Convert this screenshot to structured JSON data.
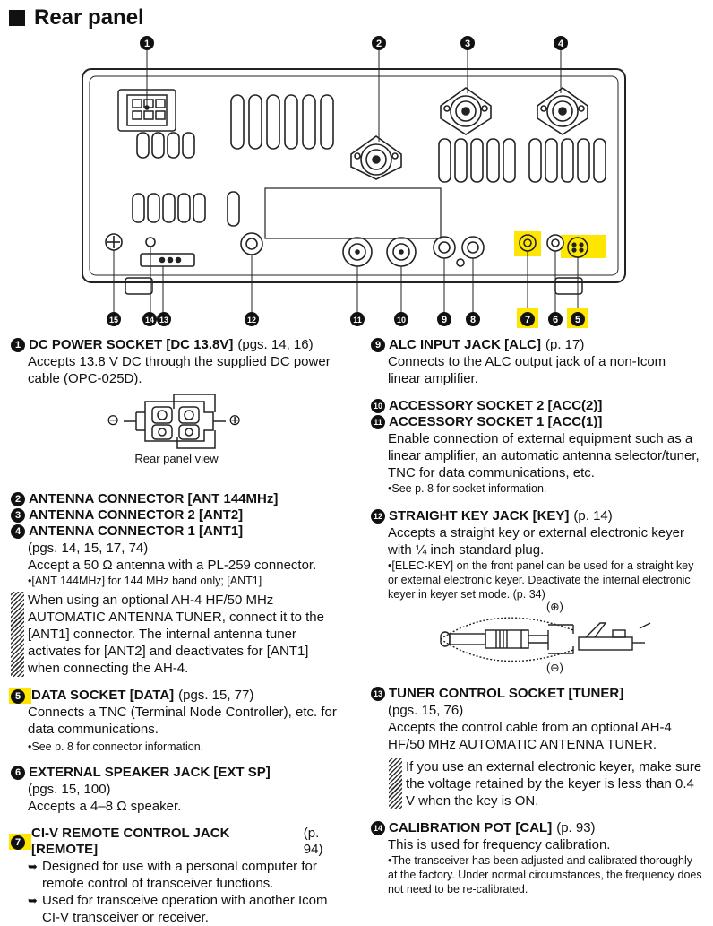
{
  "page_title": "Rear panel",
  "callouts": {
    "c1": "1",
    "c2": "2",
    "c3": "3",
    "c4": "4",
    "c5": "5",
    "c6": "6",
    "c7": "7",
    "c8": "8",
    "c9": "9",
    "c10": "10",
    "c11": "11",
    "c12": "12",
    "c13": "13",
    "c14": "14",
    "c15": "15"
  },
  "sections": {
    "dc": {
      "num": "1",
      "title": "DC POWER SOCKET [DC 13.8V]",
      "pages": "(pgs. 14, 16)",
      "body": "Accepts 13.8 V DC through the supplied DC power cable (OPC-025D).",
      "caption": "Rear panel view",
      "minus": "⊖",
      "plus": "⊕"
    },
    "ant": {
      "num2": "2",
      "title2": "ANTENNA CONNECTOR [ANT 144MHz]",
      "num3": "3",
      "title3": "ANTENNA CONNECTOR 2 [ANT2]",
      "num4": "4",
      "title4": "ANTENNA CONNECTOR 1 [ANT1]",
      "pages": "(pgs. 14, 15, 17, 74)",
      "body": "Accept a 50 Ω antenna with a PL-259 connector.",
      "small": "•[ANT 144MHz] for 144 MHz band only; [ANT1]",
      "note": "When using an optional AH-4 HF/50 MHz AUTOMATIC ANTENNA TUNER, connect it to the [ANT1] connector. The internal antenna tuner activates for [ANT2] and deactivates for [ANT1] when connecting the AH-4."
    },
    "data": {
      "num": "5",
      "title": "DATA SOCKET [DATA]",
      "pages": "(pgs. 15, 77)",
      "body": "Connects a TNC (Terminal Node Controller), etc. for data communications.",
      "small": "•See p. 8 for connector information."
    },
    "ext": {
      "num": "6",
      "title": "EXTERNAL SPEAKER JACK [EXT SP]",
      "pages": "(pgs. 15, 100)",
      "body": "Accepts a 4–8 Ω speaker."
    },
    "civ": {
      "num": "7",
      "title": "CI-V REMOTE CONTROL JACK [REMOTE]",
      "pages": "(p. 94)",
      "b1": "Designed for use with a personal computer for remote control of transceiver functions.",
      "b2": "Used for transceive operation with another Icom CI-V transceiver or receiver.",
      "arrow": "➥"
    },
    "alc": {
      "num": "9",
      "title": "ALC INPUT JACK [ALC]",
      "pages": "(p. 17)",
      "body": "Connects to the ALC output jack of a non-Icom linear amplifier."
    },
    "acc": {
      "num10": "10",
      "title10": "ACCESSORY SOCKET 2 [ACC(2)]",
      "num11": "11",
      "title11": "ACCESSORY SOCKET 1 [ACC(1)]",
      "body": "Enable connection of external equipment such as a linear amplifier, an automatic antenna selector/tuner, TNC for data communications, etc.",
      "small": "•See p. 8 for socket information."
    },
    "key": {
      "num": "12",
      "title": "STRAIGHT KEY JACK [KEY]",
      "pages": "(p. 14)",
      "body": "Accepts a straight key or external electronic keyer with ¼ inch standard plug.",
      "small": "•[ELEC-KEY] on the front panel can be used for a straight key or external electronic keyer. Deactivate the internal electronic keyer in keyer set mode. (p. 34)",
      "plus": "(⊕)",
      "minus": "(⊖)"
    },
    "tuner": {
      "num": "13",
      "title": "TUNER CONTROL SOCKET [TUNER]",
      "pages": "(pgs. 15, 76)",
      "body": "Accepts the control cable from an optional AH-4 HF/50 MHz AUTOMATIC ANTENNA TUNER.",
      "note": "If you use an external electronic keyer, make sure the voltage retained by the keyer is less than 0.4 V when the key is ON."
    },
    "cal": {
      "num": "14",
      "title": "CALIBRATION POT [CAL]",
      "pages": "(p. 93)",
      "body": "This is used for frequency calibration.",
      "small": "•The transceiver has been adjusted and calibrated thoroughly at the factory. Under normal circumstances, the frequency does not need to be re-calibrated."
    }
  },
  "colors": {
    "highlight": "#ffe600",
    "ink": "#111111"
  }
}
